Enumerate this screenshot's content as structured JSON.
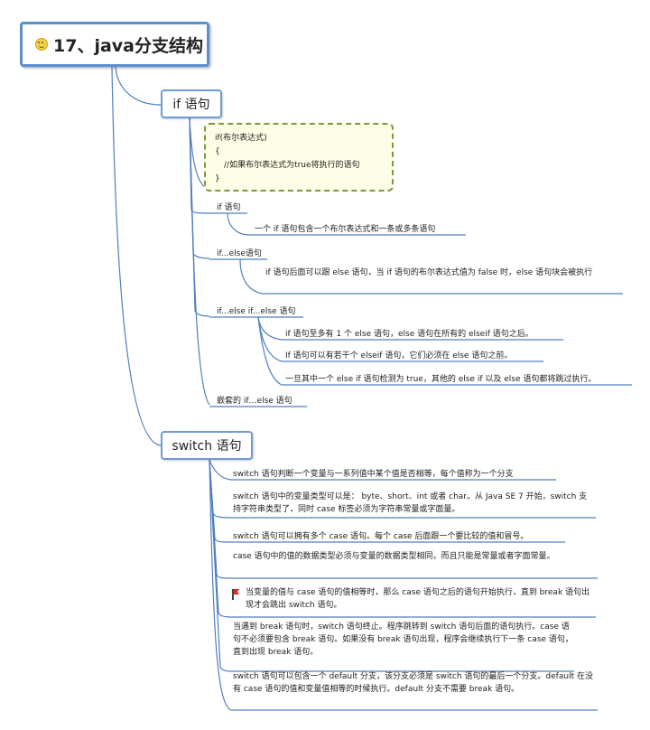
{
  "root": {
    "title": "17、java分支结构",
    "icon": "smiley-icon"
  },
  "if_branch": {
    "label": "if 语句",
    "code": {
      "line1": "if(布尔表达式)",
      "line2": "{",
      "line3": "//如果布尔表达式为true将执行的语句",
      "line4": "}"
    },
    "if_node": {
      "label": "if 语句",
      "desc": "一个 if 语句包含一个布尔表达式和一条或多条语句"
    },
    "if_else_node": {
      "label": "if...else语句",
      "desc": "if 语句后面可以跟 else 语句，当 if 语句的布尔表达式值为 false 时，else 语句块会被执行"
    },
    "if_else_if_node": {
      "label": "if...else if...else 语句",
      "items": [
        "if 语句至多有 1 个 else 语句，else 语句在所有的 elseif 语句之后。",
        "If 语句可以有若干个 elseif 语句，它们必须在 else 语句之前。",
        "一旦其中一个 else if 语句检测为 true，其他的 else if 以及 else 语句都将跳过执行。"
      ]
    },
    "nested_node": {
      "label": "嵌套的 if…else 语句"
    }
  },
  "switch_branch": {
    "label": "switch 语句",
    "items": [
      "switch 语句判断一个变量与一系列值中某个值是否相等，每个值称为一个分支",
      "switch 语句中的变量类型可以是： byte、short、int 或者 char。从 Java SE 7 开始，switch 支持字符串类型了，同时 case 标签必须为字符串常量或字面量。",
      "switch 语句可以拥有多个 case 语句。每个 case 后面跟一个要比较的值和冒号。",
      "case 语句中的值的数据类型必须与变量的数据类型相同，而且只能是常量或者字面常量。",
      "当变量的值与 case 语句的值相等时，那么 case 语句之后的语句开始执行，直到 break 语句出现才会跳出 switch 语句。",
      "当遇到 break 语句时，switch 语句终止。程序跳转到 switch 语句后面的语句执行。case 语句不必须要包含 break 语句。如果没有 break 语句出现，程序会继续执行下一条 case 语句，直到出现 break 语句。",
      "switch 语句可以包含一个 default 分支，该分支必须是 switch 语句的最后一个分支。default 在没有 case 语句的值和变量值相等的时候执行。default 分支不需要 break 语句。"
    ],
    "flag_icon": "red-flag-icon"
  },
  "colors": {
    "line": "#4f7fc0",
    "branch_border": "#6e9bd6",
    "code_border": "#7a9a3a",
    "code_bg": "#fdfde6",
    "flag": "#d0302a"
  }
}
